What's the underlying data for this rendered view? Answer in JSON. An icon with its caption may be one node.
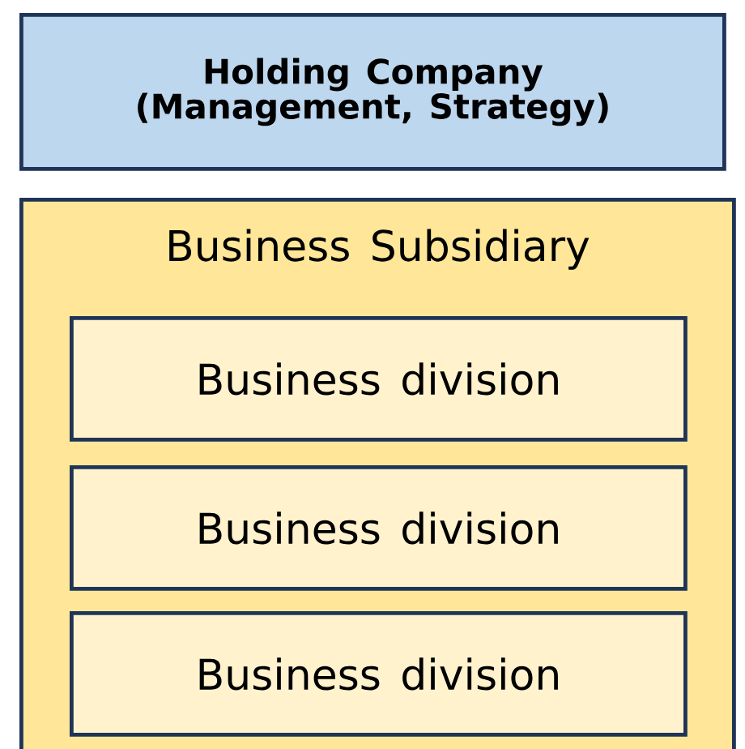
{
  "diagram": {
    "nodes": [
      {
        "text": [
          "Holding Company (Management, Strategy)"
        ]
      },
      {
        "text": [
          "Business Subsidiary"
        ]
      },
      {
        "text": [
          "Business division"
        ],
        "in": 1
      },
      {
        "text": [
          "Business division"
        ],
        "in": 1
      },
      {
        "text": [
          "Business division"
        ],
        "in": 1
      }
    ]
  }
}
